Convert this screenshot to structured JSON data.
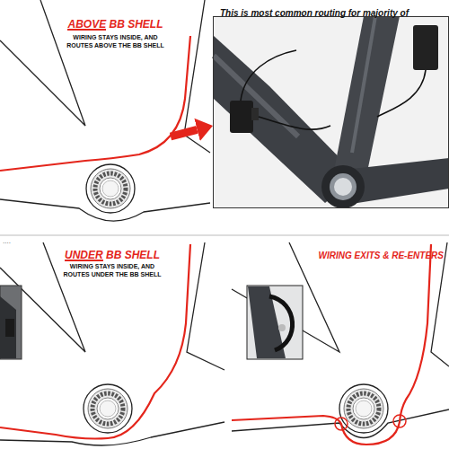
{
  "diagram": {
    "nodes": [
      {
        "text": [
          "ABOVE BB SHELL",
          "WIRING STAYS INSIDE, AND ROUTES ABOVE THE BB SHELL"
        ]
      },
      {
        "text": [
          "This is most common routing for majority of"
        ]
      }
    ],
    "edges": [
      {
        "from": 0,
        "to": 1,
        "arrow": "to"
      }
    ],
    "labels": [
      "....",
      "UNDER BB SHELL",
      "WIRING STAYS INSIDE, AND ROUTES UNDER THE BB SHELL",
      "WIRING EXITS & RE-ENTERS"
    ]
  }
}
